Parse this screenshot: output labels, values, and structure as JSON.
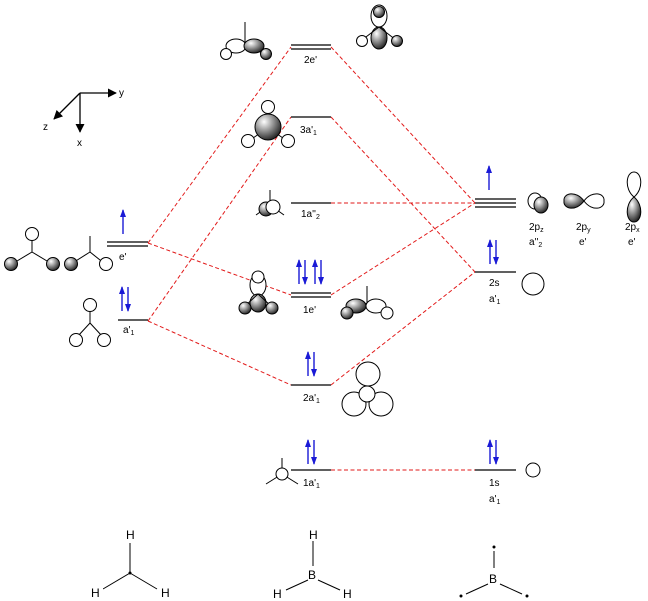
{
  "axes": {
    "y": "y",
    "z": "z",
    "x": "x"
  },
  "levels": {
    "e_prime_2": {
      "main": "2e'"
    },
    "a1_prime_3": {
      "main": "3a'",
      "sub": "1"
    },
    "a2_double_1": {
      "main": "1a''",
      "sub": "2"
    },
    "e_prime_1": {
      "main": "1e'"
    },
    "a1_prime_2": {
      "main": "2a'",
      "sub": "1"
    },
    "a1_prime_1": {
      "main": "1a'",
      "sub": "1"
    }
  },
  "ligand_levels": {
    "e_prime": {
      "main": "e'"
    },
    "a1_prime": {
      "main": "a'",
      "sub": "1"
    }
  },
  "boron_levels": {
    "two_p": [
      {
        "main": "2p",
        "sub": "z",
        "sym": "a''",
        "sym_sub": "2"
      },
      {
        "main": "2p",
        "sub": "y",
        "sym": "e'",
        "sym_sub": ""
      },
      {
        "main": "2p",
        "sub": "x",
        "sym": "e'",
        "sym_sub": ""
      }
    ],
    "two_s": {
      "main": "2s",
      "sym": "a'",
      "sym_sub": "1"
    },
    "one_s": {
      "main": "1s",
      "sym": "a'",
      "sym_sub": "1"
    }
  },
  "structures": {
    "h3": {
      "h1": "H",
      "h2": "H",
      "h3": "H"
    },
    "bh3": {
      "b": "B",
      "h1": "H",
      "h2": "H",
      "h3": "H"
    },
    "b": {
      "b": "B"
    }
  },
  "colors": {
    "electron": "#1a1ad6",
    "correlation": "#e21a1a",
    "level": "#000000"
  }
}
